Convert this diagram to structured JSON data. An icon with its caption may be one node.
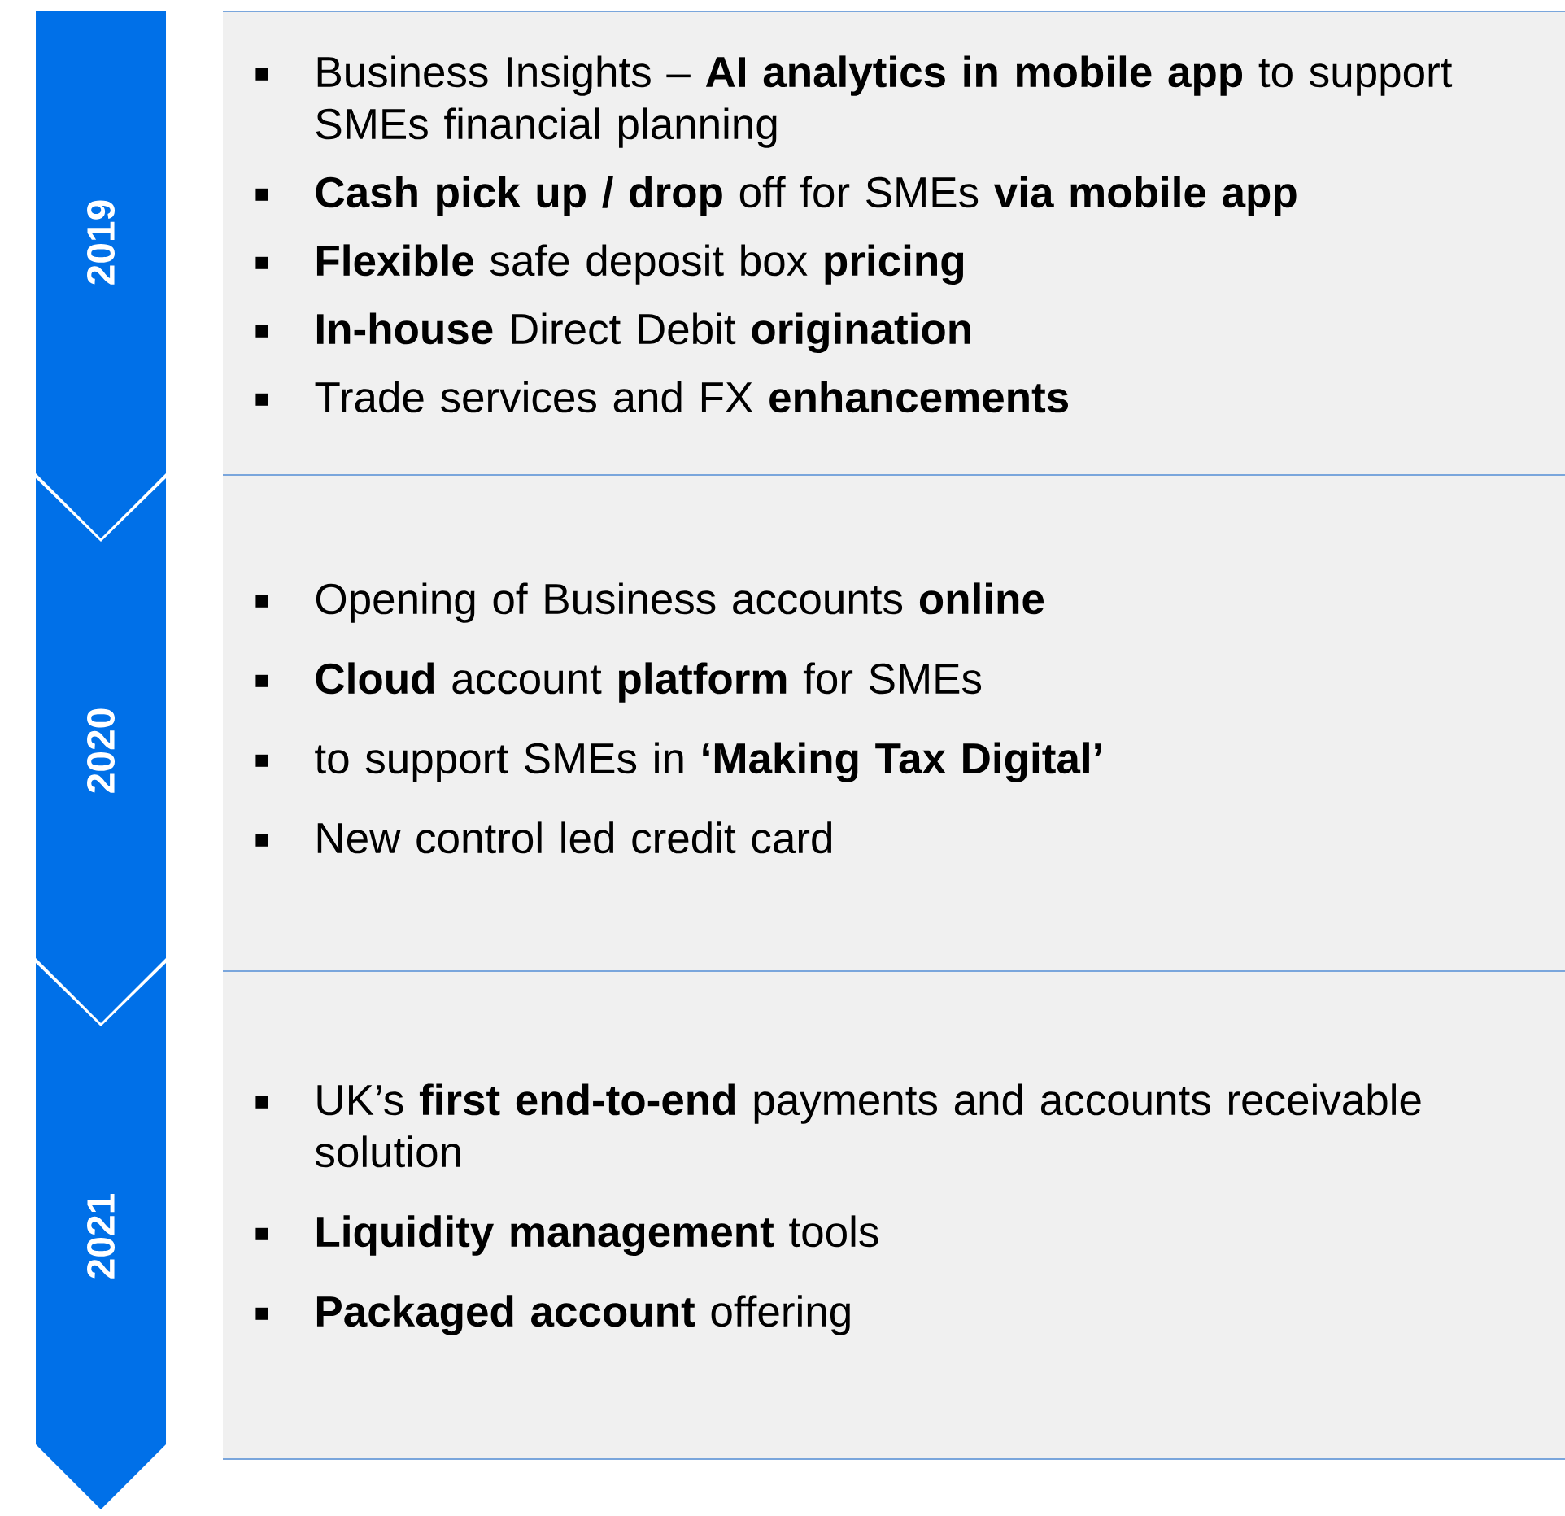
{
  "diagram": {
    "nodes": [
      {
        "text": [
          "2019"
        ]
      },
      {
        "text": [
          "Business Insights – **AI analytics in mobile app** to support SMEs financial planning",
          "**Cash pick up / drop** off for SMEs **via mobile app**",
          "**Flexible** safe deposit box **pricing**",
          "**In-house** Direct Debit **origination**",
          "Trade services and FX **enhancements**"
        ]
      },
      {
        "text": [
          "2020"
        ]
      },
      {
        "text": [
          "Opening of Business accounts **online**",
          "**Cloud** account **platform** for SMEs",
          "to support SMEs in **‘Making Tax Digital’**",
          "New control led credit card"
        ]
      },
      {
        "text": [
          "2021"
        ]
      },
      {
        "text": [
          "UK’s **first end-to-end** payments and accounts receivable solution",
          "**Liquidity management** tools",
          "**Packaged account** offering"
        ]
      }
    ]
  }
}
